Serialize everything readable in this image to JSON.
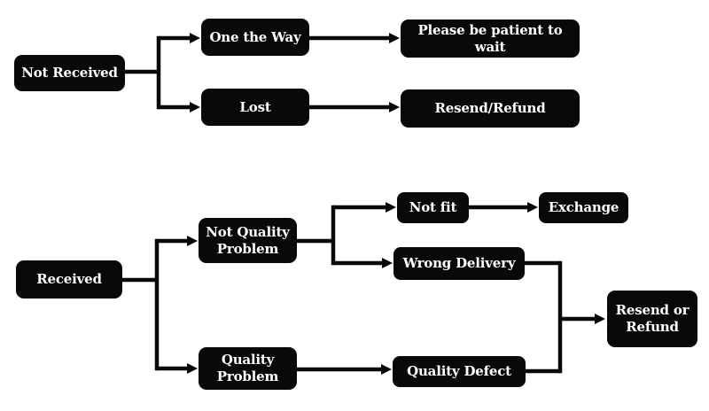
{
  "diagram": {
    "colors": {
      "background": "#ffffff",
      "node_bg": "#0a080a",
      "node_text": "#ffffff",
      "connector": "#0a080a"
    },
    "nodes": {
      "not_received": {
        "label": "Not Received"
      },
      "one_the_way": {
        "label": "One the Way"
      },
      "lost": {
        "label": "Lost"
      },
      "please_wait": {
        "label": "Please be patient to wait"
      },
      "resend_slash_refund": {
        "label": "Resend/Refund"
      },
      "received": {
        "label": "Received"
      },
      "not_quality_problem": {
        "label": "Not Quality Problem"
      },
      "quality_problem": {
        "label": "Quality Problem"
      },
      "not_fit": {
        "label": "Not fit"
      },
      "exchange": {
        "label": "Exchange"
      },
      "wrong_delivery": {
        "label": "Wrong Delivery"
      },
      "quality_defect": {
        "label": "Quality Defect"
      },
      "resend_or_refund": {
        "label": "Resend or Refund"
      }
    },
    "edges": [
      {
        "from": "not_received",
        "to": "one_the_way"
      },
      {
        "from": "not_received",
        "to": "lost"
      },
      {
        "from": "one_the_way",
        "to": "please_wait"
      },
      {
        "from": "lost",
        "to": "resend_slash_refund"
      },
      {
        "from": "received",
        "to": "not_quality_problem"
      },
      {
        "from": "received",
        "to": "quality_problem"
      },
      {
        "from": "not_quality_problem",
        "to": "not_fit"
      },
      {
        "from": "not_quality_problem",
        "to": "wrong_delivery"
      },
      {
        "from": "not_fit",
        "to": "exchange"
      },
      {
        "from": "quality_problem",
        "to": "quality_defect"
      },
      {
        "from": "wrong_delivery",
        "to": "resend_or_refund"
      },
      {
        "from": "quality_defect",
        "to": "resend_or_refund"
      }
    ]
  }
}
